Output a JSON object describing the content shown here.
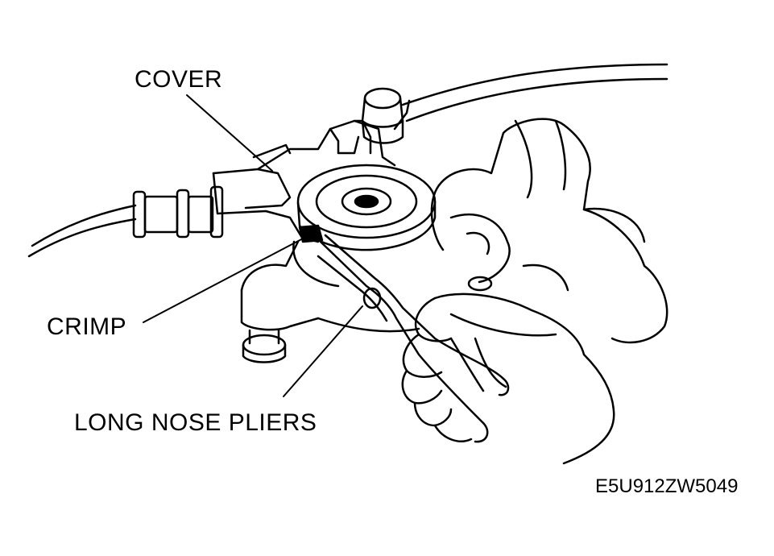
{
  "labels": {
    "cover": "COVER",
    "crimp": "CRIMP",
    "long_nose_pliers": "LONG NOSE PLIERS"
  },
  "figure_code": "E5U912ZW5049",
  "colors": {
    "line": "#000000",
    "background": "#ffffff"
  }
}
